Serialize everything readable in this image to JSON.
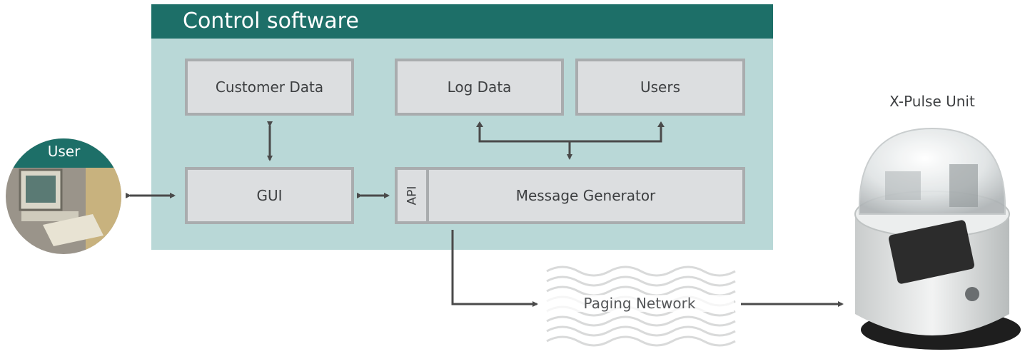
{
  "panel": {
    "title": "Control software"
  },
  "boxes": {
    "customer_data": "Customer Data",
    "log_data": "Log Data",
    "users": "Users",
    "gui": "GUI",
    "api": "API",
    "message_generator": "Message Generator"
  },
  "user": {
    "label": "User"
  },
  "network": {
    "label": "Paging Network"
  },
  "unit": {
    "label": "X-Pulse Unit"
  },
  "colors": {
    "header": "#1d6f68",
    "panel": "#b9d8d7",
    "box_fill": "#dcdee0",
    "box_border": "#a9acae",
    "arrow": "#4a4a4a"
  }
}
